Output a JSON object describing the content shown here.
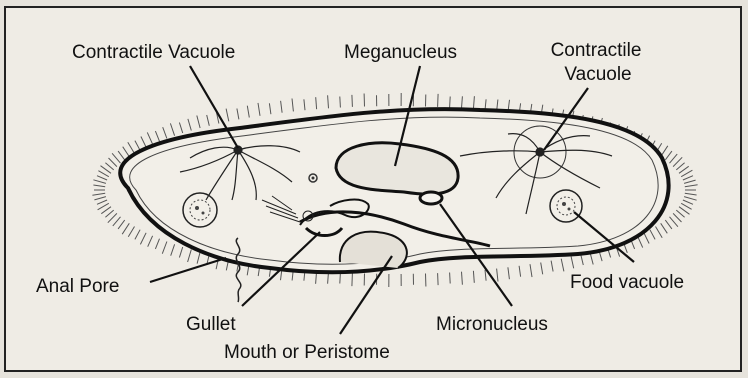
{
  "labels": {
    "contractile_vacuole_left": "Contractile Vacuole",
    "meganucleus": "Meganucleus",
    "contractile_vacuole_right_line1": "Contractile",
    "contractile_vacuole_right_line2": "Vacuole",
    "anal_pore": "Anal Pore",
    "food_vacuole": "Food vacuole",
    "gullet": "Gullet",
    "micronucleus": "Micronucleus",
    "mouth_or_peristome": "Mouth or Peristome"
  },
  "icons": {
    "paramecium": "paramecium-cell-illustration"
  },
  "colors": {
    "background": "#efece5",
    "ink": "#111111"
  }
}
